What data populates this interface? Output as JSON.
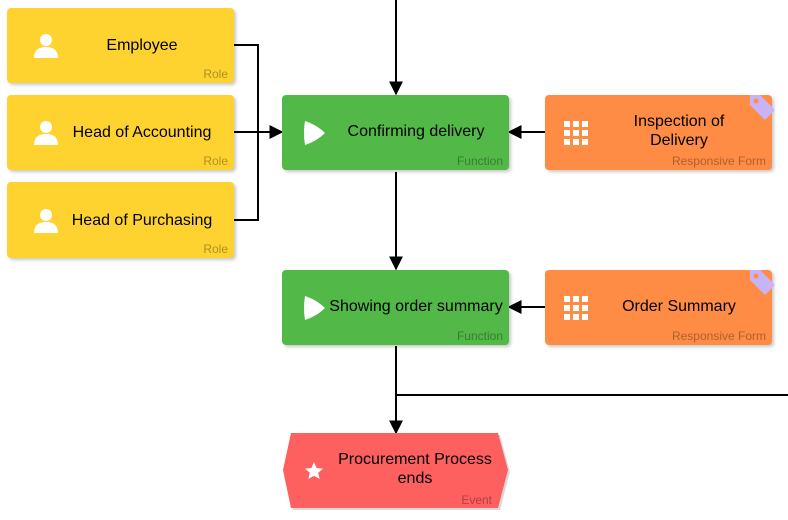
{
  "nodes": {
    "employee": {
      "title": "Employee",
      "type": "Role"
    },
    "head_accounting": {
      "title": "Head of Accounting",
      "type": "Role"
    },
    "head_purchasing": {
      "title": "Head of Purchasing",
      "type": "Role"
    },
    "confirming_delivery": {
      "title": "Confirming delivery",
      "type": "Function"
    },
    "inspection_delivery": {
      "title": "Inspection of Delivery",
      "type": "Responsive Form"
    },
    "showing_order_summary": {
      "title": "Showing order summary",
      "type": "Function"
    },
    "order_summary": {
      "title": "Order Summary",
      "type": "Responsive Form"
    },
    "procurement_ends": {
      "title": "Procurement Process ends",
      "type": "Event"
    }
  },
  "colors": {
    "role": "#fed330",
    "function": "#52b848",
    "form": "#fe8c44",
    "event": "#fe5f5f",
    "tag": "#c9b3f7",
    "connector": "#000000"
  },
  "icons": {
    "role": "user-icon",
    "function": "play-icon",
    "form": "grid-icon",
    "event": "star-icon",
    "tag": "tag-icon"
  }
}
